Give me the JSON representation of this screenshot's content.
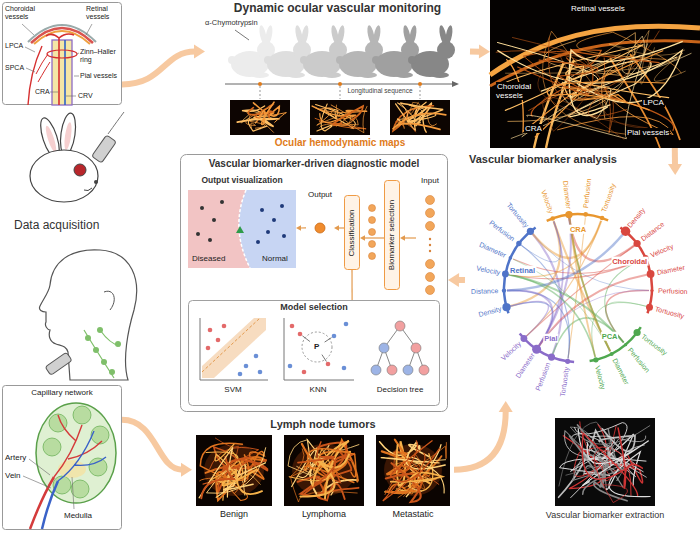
{
  "diagram": {
    "nodes": [
      {
        "text": [
          "Choroidal vessels",
          "Retinal vessels",
          "LPCA",
          "Zinn–Haller ring",
          "SPCA",
          "Pial vessels",
          "CRA",
          "CRV"
        ]
      },
      {
        "text": [
          "Dynamic ocular vascular monitoring",
          "α-Chymotrypsin",
          "Longitudinal sequence",
          "Ocular hemodynamic maps"
        ]
      },
      {
        "text": [
          "Retinal vessels",
          "Choroidal vessels",
          "CRA",
          "LPCA",
          "Pial vessels"
        ]
      },
      {
        "text": [
          "Vascular biomarker analysis"
        ]
      },
      {
        "text": [
          "Vascular biomarker-driven diagnostic model"
        ]
      },
      {
        "text": [
          "Output visualization",
          "Diseased",
          "Normal"
        ],
        "in": 4
      },
      {
        "text": [
          "Output"
        ],
        "in": 4
      },
      {
        "text": [
          "Classification"
        ],
        "in": 4
      },
      {
        "text": [
          "Biomarker selection"
        ],
        "in": 4
      },
      {
        "text": [
          "Input"
        ],
        "in": 4
      },
      {
        "text": [
          "Model selection"
        ],
        "in": 4
      },
      {
        "text": [
          "SVM"
        ],
        "in": 10
      },
      {
        "text": [
          "KNN",
          "P"
        ],
        "in": 10
      },
      {
        "text": [
          "Decision tree"
        ],
        "in": 10
      },
      {
        "text": [
          "Capillary network",
          "Artery",
          "Vein",
          "Medulla"
        ]
      },
      {
        "text": [
          "Lymph node tumors",
          "Benign",
          "Lymphoma",
          "Metastatic"
        ]
      },
      {
        "text": [
          "Vascular biomarker extraction"
        ]
      }
    ],
    "edges": [
      {
        "from": 0,
        "to": 1,
        "arrow": "to"
      },
      {
        "from": 1,
        "to": 2,
        "arrow": "to"
      },
      {
        "from": 2,
        "to": 3,
        "arrow": "to"
      },
      {
        "from": 3,
        "to": 4,
        "arrow": "to"
      },
      {
        "from": 9,
        "to": 8,
        "arrow": "to"
      },
      {
        "from": 8,
        "to": 7,
        "arrow": "to"
      },
      {
        "from": 7,
        "to": 6,
        "arrow": "to"
      },
      {
        "from": 6,
        "to": 5,
        "arrow": "to"
      },
      {
        "from": 10,
        "to": 7,
        "arrow": "none"
      },
      {
        "from": 14,
        "to": 15,
        "arrow": "to"
      },
      {
        "from": 15,
        "to": 3,
        "arrow": "to"
      }
    ],
    "labels": [
      "Data acquisition",
      "Retinal",
      "Density",
      "Distance",
      "Velocity",
      "Diameter",
      "Perfusion",
      "Tortuosity",
      "CRA",
      "Velocity",
      "Diameter",
      "Perfusion",
      "Tortuosity",
      "Choroidal",
      "Density",
      "Distance",
      "Velocity",
      "Diameter",
      "Perfusion",
      "Tortuosity",
      "PCA",
      "Tortuosity",
      "Perfusion",
      "Diameter",
      "Velocity",
      "Pial",
      "Tortuosity",
      "Perfusion",
      "Diameter",
      "Velocity"
    ]
  }
}
